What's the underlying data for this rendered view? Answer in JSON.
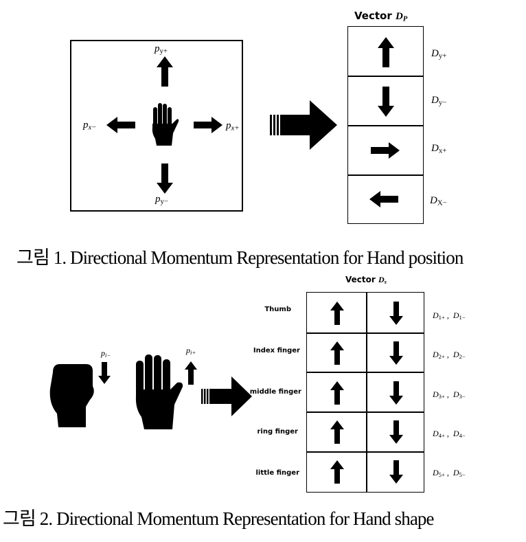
{
  "figure1": {
    "labels": {
      "py_plus": {
        "main": "p",
        "sub": "y+"
      },
      "py_minus": {
        "main": "p",
        "sub": "y−"
      },
      "px_minus": {
        "main": "p",
        "sub": "x−"
      },
      "px_plus": {
        "main": "p",
        "sub": "x+"
      }
    },
    "vector_title": {
      "prefix": "Vector ",
      "var": "D",
      "sub": "P"
    },
    "vector_rows": [
      {
        "direction": "up-arrow",
        "label_main": "D",
        "label_sub": "y+"
      },
      {
        "direction": "down-arrow",
        "label_main": "D",
        "label_sub": "y−"
      },
      {
        "direction": "right-arrow",
        "label_main": "D",
        "label_sub": "x+"
      },
      {
        "direction": "left-arrow",
        "label_main": "D",
        "label_sub": "X−"
      }
    ],
    "caption": "그림  1. Directional Momentum Representation for Hand position"
  },
  "figure2": {
    "labels": {
      "pi_minus": {
        "main": "p",
        "sub": "i−"
      },
      "pi_plus": {
        "main": "p",
        "sub": "i+"
      }
    },
    "vector_title": {
      "prefix": "Vector ",
      "var": "D",
      "sub": "s"
    },
    "fingers": [
      {
        "name": "Thumb",
        "d_plus": {
          "main": "D",
          "sub": "1+"
        },
        "d_minus": {
          "main": "D",
          "sub": "1−"
        }
      },
      {
        "name": "Index finger",
        "d_plus": {
          "main": "D",
          "sub": "2+"
        },
        "d_minus": {
          "main": "D",
          "sub": "2−"
        }
      },
      {
        "name": "middle finger",
        "d_plus": {
          "main": "D",
          "sub": "3+"
        },
        "d_minus": {
          "main": "D",
          "sub": "3−"
        }
      },
      {
        "name": "ring finger",
        "d_plus": {
          "main": "D",
          "sub": "4+"
        },
        "d_minus": {
          "main": "D",
          "sub": "4−"
        }
      },
      {
        "name": "little finger",
        "d_plus": {
          "main": "D",
          "sub": "5+"
        },
        "d_minus": {
          "main": "D",
          "sub": "5−"
        }
      }
    ],
    "separator": " ,  ",
    "caption": "그림  2. Directional Momentum Representation for Hand shape"
  },
  "icons": [
    "open-hand-icon",
    "fist-icon",
    "up-arrow-icon",
    "down-arrow-icon",
    "left-arrow-icon",
    "right-arrow-icon",
    "big-right-arrow-icon"
  ]
}
